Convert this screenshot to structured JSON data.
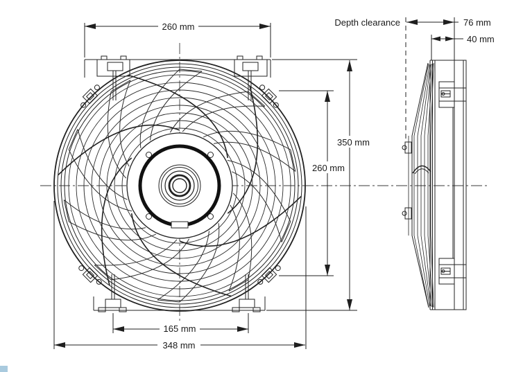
{
  "labels": {
    "depth_clearance": "Depth clearance"
  },
  "dims": {
    "top_width": "260 mm",
    "total_depth": "76 mm",
    "motor_depth": "40 mm",
    "total_height": "350 mm",
    "mount_height": "260 mm",
    "mount_width": "165 mm",
    "total_width": "348 mm"
  },
  "colors": {
    "ink": "#1f1f1f",
    "paper": "#ffffff",
    "corner_mark": "#a9cade"
  }
}
